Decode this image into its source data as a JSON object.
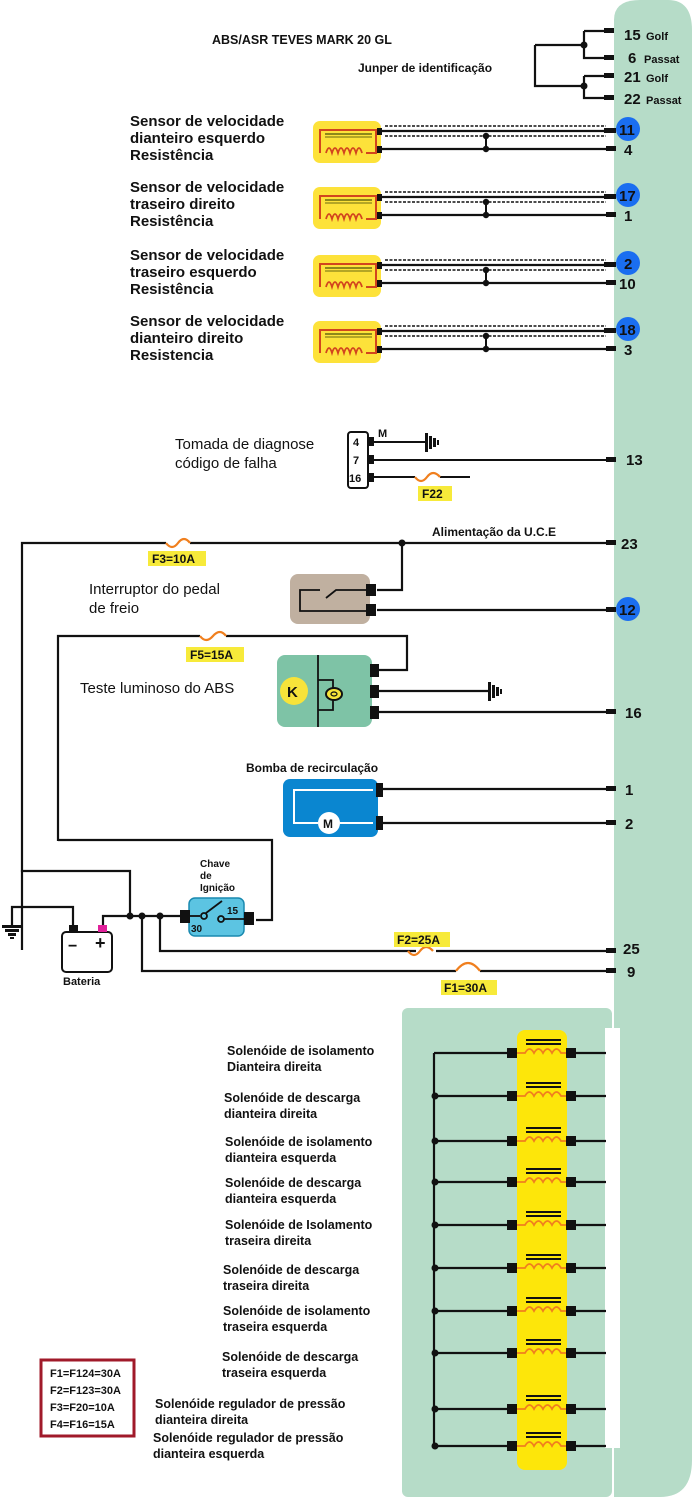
{
  "title": "ABS/ASR TEVES MARK 20 GL",
  "jumper": {
    "label": "Junper de identificação",
    "pins": [
      {
        "num": "15",
        "model": "Golf"
      },
      {
        "num": "6",
        "model": "Passat"
      },
      {
        "num": "21",
        "model": "Golf"
      },
      {
        "num": "22",
        "model": "Passat"
      }
    ]
  },
  "sensors": [
    {
      "line1": "Sensor de velocidade",
      "line2": "dianteiro esquerdo",
      "line3": "Resistência",
      "pin_signal": "11",
      "pin_ground": "4"
    },
    {
      "line1": "Sensor de velocidade",
      "line2": "traseiro direito",
      "line3": "Resistência",
      "pin_signal": "17",
      "pin_ground": "1"
    },
    {
      "line1": "Sensor de velocidade",
      "line2": "traseiro esquerdo",
      "line3": "Resistência",
      "pin_signal": "2",
      "pin_ground": "10"
    },
    {
      "line1": "Sensor de velocidade",
      "line2": "dianteiro direito",
      "line3": "Resistencia",
      "pin_signal": "18",
      "pin_ground": "3"
    }
  ],
  "diagnostic": {
    "line1": "Tomada de diagnose",
    "line2": "código de falha",
    "pins": [
      "4",
      "7",
      "16"
    ],
    "ground_label": "M",
    "fuse": "F22",
    "ecu_pin": "13"
  },
  "power": {
    "label": "Alimentação da U.C.E",
    "fuse": "F3=10A",
    "ecu_pin": "23"
  },
  "brake_switch": {
    "line1": "Interruptor do pedal",
    "line2": "de freio",
    "ecu_pin": "12"
  },
  "abs_lamp": {
    "label": "Teste luminoso do ABS",
    "fuse": "F5=15A",
    "ecu_pin": "16"
  },
  "pump": {
    "label": "Bomba de recirculação",
    "motor": "M",
    "pins": [
      "1",
      "2"
    ]
  },
  "ignition": {
    "line1": "Chave",
    "line2": "de",
    "line3": "Ignição",
    "term_in": "30",
    "term_out": "15"
  },
  "battery": {
    "label": "Bateria",
    "neg": "−",
    "pos": "+"
  },
  "feeds": [
    {
      "fuse": "F2=25A",
      "ecu_pin": "25"
    },
    {
      "fuse": "F1=30A",
      "ecu_pin": "9"
    }
  ],
  "solenoids": [
    {
      "line1": "Solenóide de isolamento",
      "line2": "Dianteira direita"
    },
    {
      "line1": "Solenóide de descarga",
      "line2": "dianteira direita"
    },
    {
      "line1": "Solenóide de isolamento",
      "line2": "dianteira esquerda"
    },
    {
      "line1": "Solenóide de descarga",
      "line2": "dianteira esquerda"
    },
    {
      "line1": "Solenóide de Isolamento",
      "line2": "traseira direita"
    },
    {
      "line1": "Solenóide de descarga",
      "line2": "traseira direita"
    },
    {
      "line1": "Solenóide de isolamento",
      "line2": "traseira esquerda"
    },
    {
      "line1": "Solenóide de descarga",
      "line2": "traseira esquerda"
    },
    {
      "line1": "Solenóide regulador de pressão",
      "line2": "dianteira direita"
    },
    {
      "line1": "Solenóide regulador de pressão",
      "line2": "dianteira esquerda"
    }
  ],
  "fuse_legend": [
    "F1=F124=30A",
    "F2=F123=30A",
    "F3=F20=10A",
    "F4=F16=15A"
  ],
  "colors": {
    "ecu_panel": "#b6dcc8",
    "sensor_box": "#fde23a",
    "coil": "#d2451e",
    "pin_highlight": "#1a6ef0",
    "fuse_label_bg": "#f7ea3a",
    "fuse_wave": "#f07f1e",
    "brake_switch": "#c0b0a0",
    "lamp_box": "#7ec3a6",
    "pump_box": "#0a86d0",
    "ignition_box": "#5cc4e2",
    "legend_text": "#cc1a88",
    "legend_border": "#a01a2a",
    "model_text": "#1a5a1a"
  }
}
